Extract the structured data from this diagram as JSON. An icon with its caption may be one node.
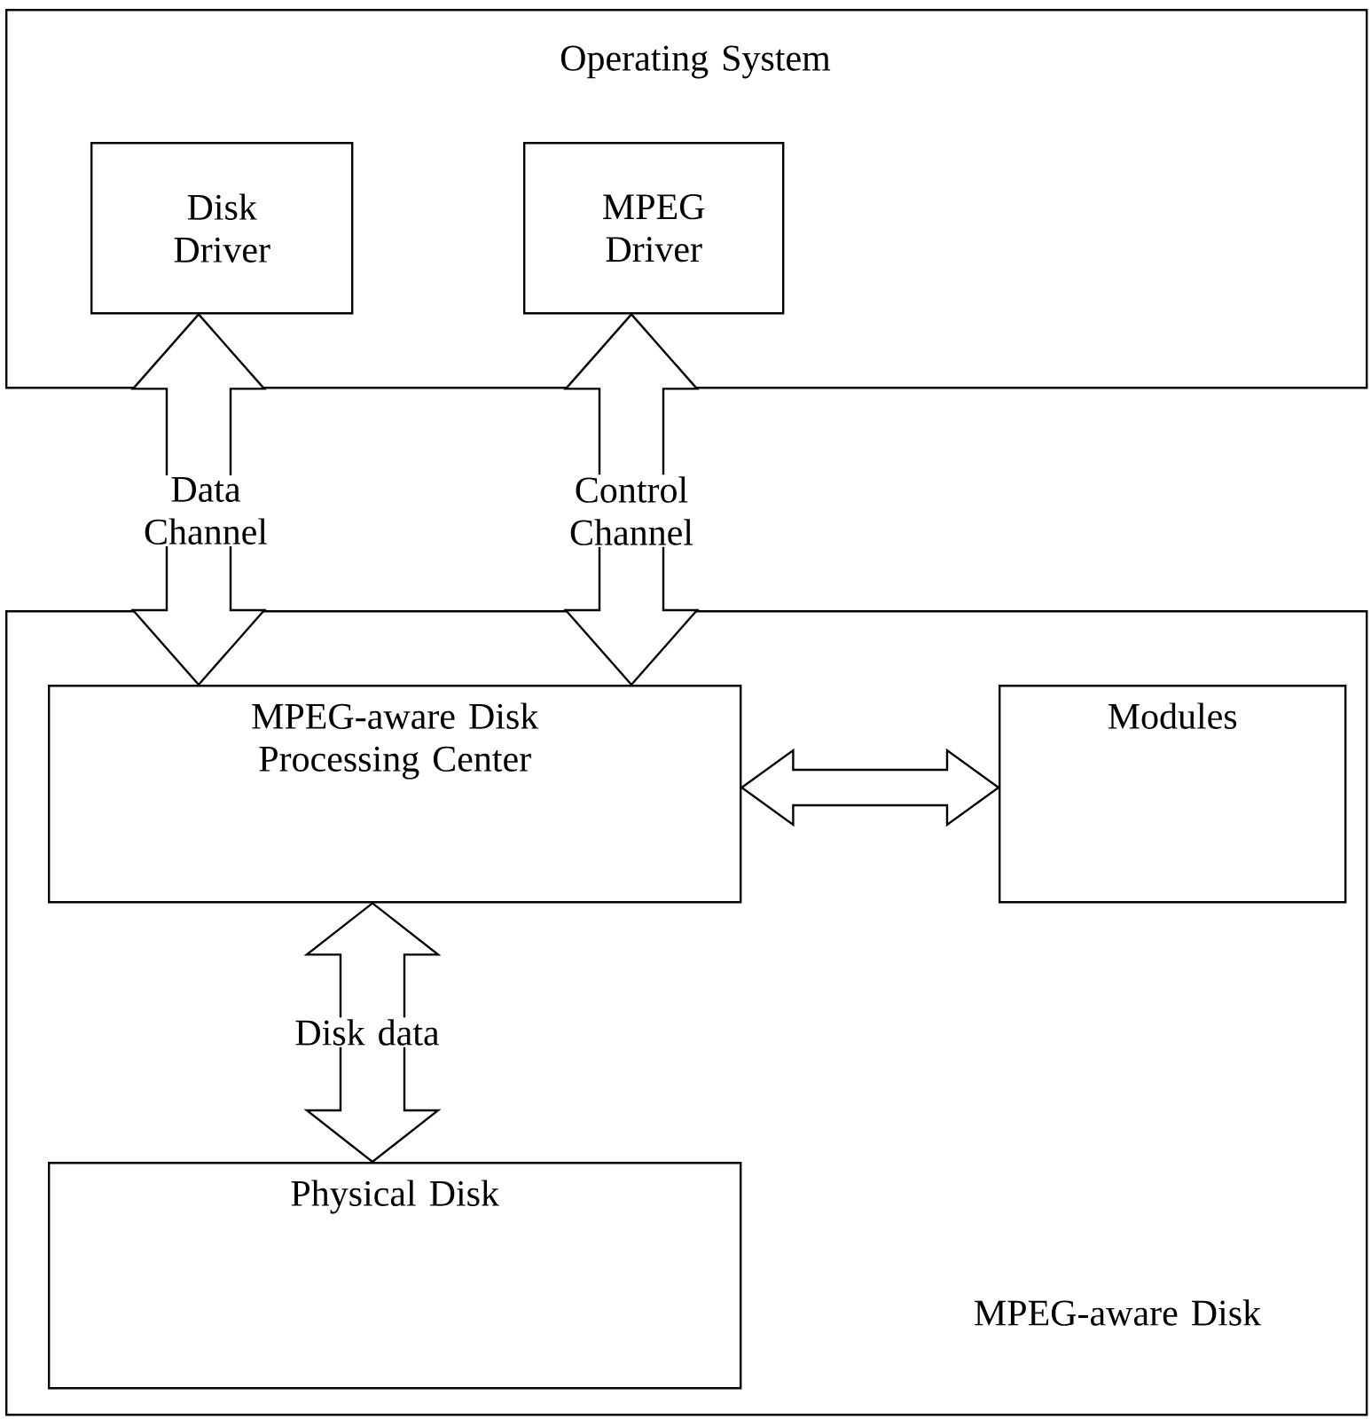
{
  "diagram": {
    "nodes": [
      {
        "text": [
          "Operating System"
        ]
      },
      {
        "text": [
          "Disk Driver"
        ],
        "in": 0
      },
      {
        "text": [
          "MPEG Driver"
        ],
        "in": 0
      },
      {
        "text": [
          "MPEG-aware Disk"
        ]
      },
      {
        "text": [
          "MPEG-aware Disk Processing Center"
        ],
        "in": 3
      },
      {
        "text": [
          "Modules"
        ],
        "in": 3
      },
      {
        "text": [
          "Physical Disk"
        ],
        "in": 3
      }
    ],
    "edges": [
      {
        "from": 1,
        "to": 4,
        "arrow": "both",
        "label": "Data Channel"
      },
      {
        "from": 2,
        "to": 4,
        "arrow": "both",
        "label": "Control Channel"
      },
      {
        "from": 4,
        "to": 5,
        "arrow": "both"
      },
      {
        "from": 4,
        "to": 6,
        "arrow": "both",
        "label": "Disk data"
      }
    ]
  }
}
